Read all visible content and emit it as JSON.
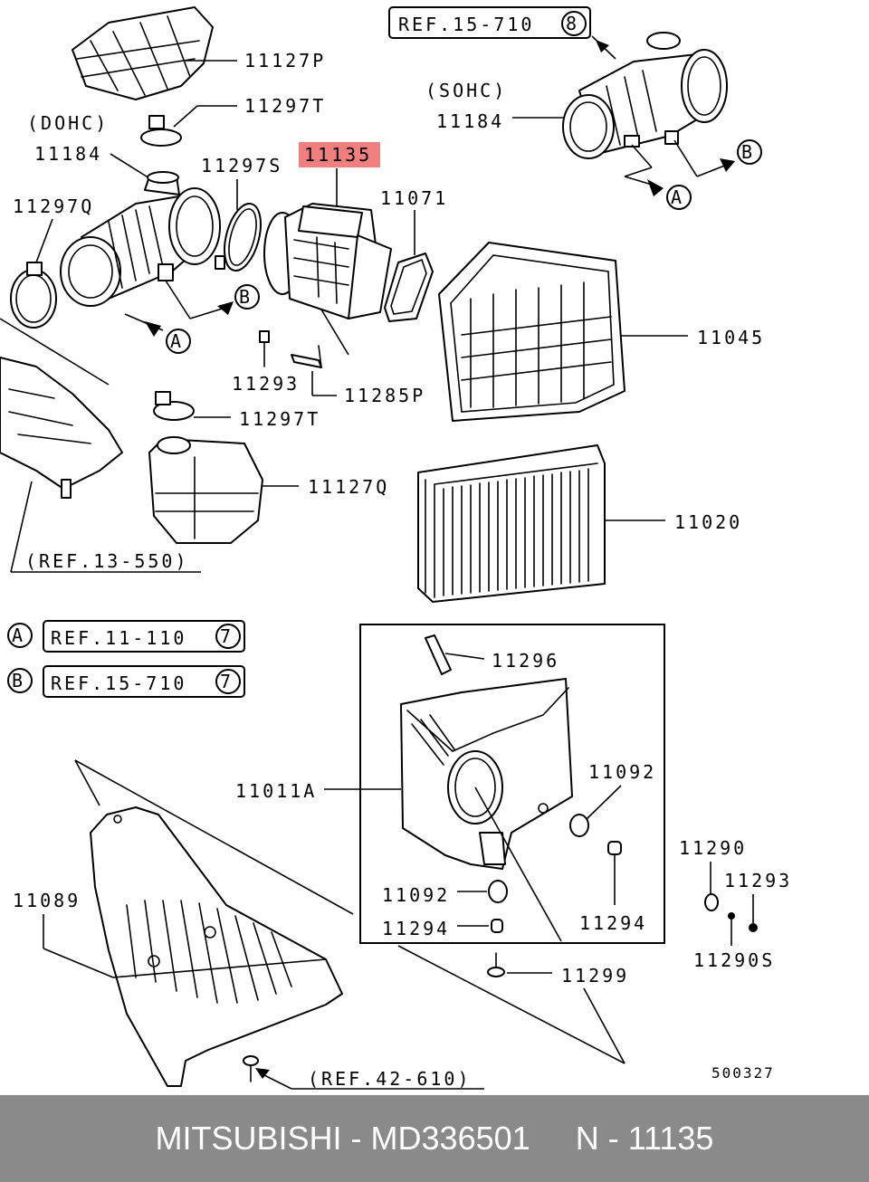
{
  "labels": {
    "p11127p": "11127P",
    "p11297t_top": "11297T",
    "dohc": "(DOHC)",
    "p11184_left": "11184",
    "p11297s": "11297S",
    "p11135": "11135",
    "p11071": "11071",
    "p11297q": "11297Q",
    "sohc": "(SOHC)",
    "p11184_right": "11184",
    "p11045": "11045",
    "p11293_top": "11293",
    "p11285p": "11285P",
    "p11297t_mid": "11297T",
    "p11127q": "11127Q",
    "p11020": "11020",
    "p11296": "11296",
    "p11092_right": "11092",
    "p11011a": "11011A",
    "p11092_left": "11092",
    "p11294_left": "11294",
    "p11294_right": "11294",
    "p11290": "11290",
    "p11293_right": "11293",
    "p11290s": "11290S",
    "p11089": "11089",
    "p11299": "11299",
    "diagram_code": "500327"
  },
  "refs": {
    "top_ref": "REF.15-710",
    "top_ref_num": "8",
    "ref_13_550": "(REF.13-550)",
    "ref_42_610": "(REF.42-610)",
    "legend_a_letter": "A",
    "legend_a_ref": "REF.11-110",
    "legend_a_num": "7",
    "legend_b_letter": "B",
    "legend_b_ref": "REF.15-710",
    "legend_b_num": "7"
  },
  "markers": {
    "a": "A",
    "b": "B"
  },
  "footer": {
    "brand": "MITSUBISHI",
    "sep1": " - ",
    "part_number": "MD336501",
    "gap": "     ",
    "note_prefix": "N",
    "sep2": " - ",
    "note_number": "11135"
  },
  "colors": {
    "highlight": "#f08080",
    "footer_bg": "#8a8a8a",
    "footer_text": "#ffffff"
  }
}
